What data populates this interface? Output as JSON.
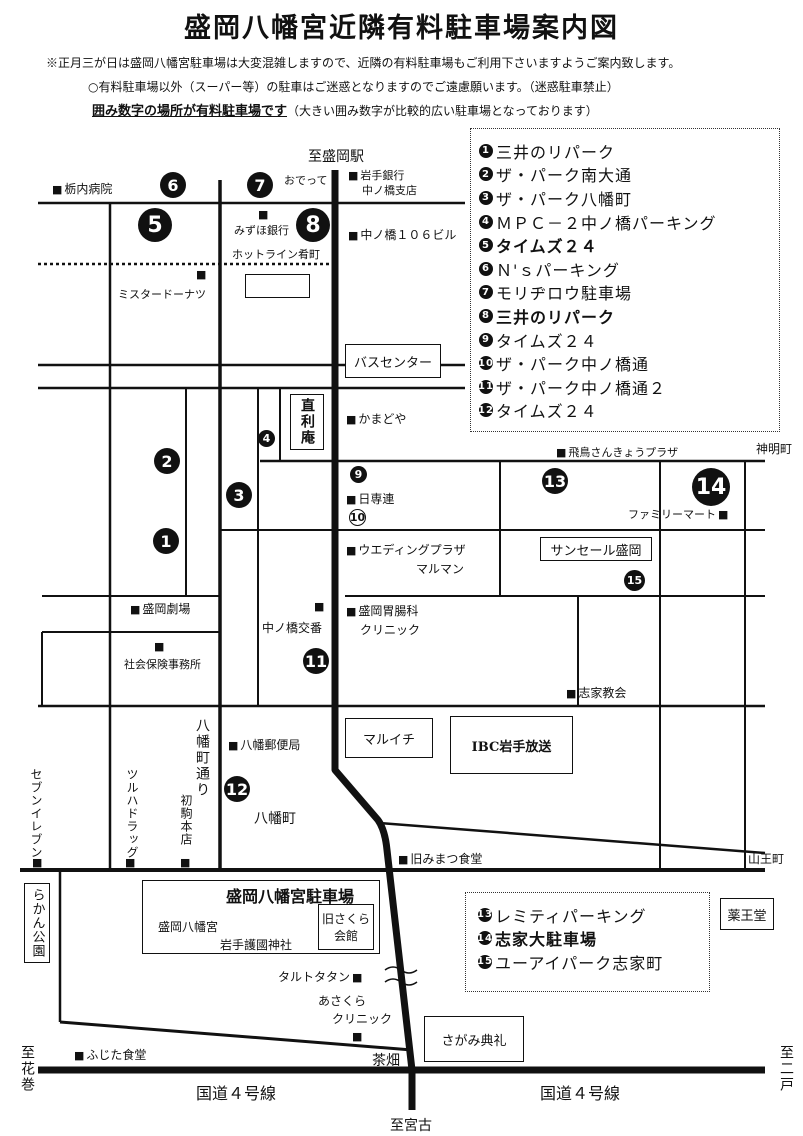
{
  "title": "盛岡八幡宮近隣有料駐車場案内図",
  "notes": {
    "line1": "※正月三が日は盛岡八幡宮駐車場は大変混雑しますので、近隣の有料駐車場もご利用下さいますようご案内致します。",
    "line2": "○有料駐車場以外（スーパー等）の駐車はご迷惑となりますのでご遠慮願います。（迷惑駐車禁止）",
    "line3_main": "囲み数字の場所が有料駐車場です",
    "line3_sub": "（大きい囲み数字が比較的広い駐車場となっております）"
  },
  "legend_main": [
    {
      "n": "1",
      "label": "三井のリパーク",
      "bold": false
    },
    {
      "n": "2",
      "label": "ザ・パーク南大通",
      "bold": false
    },
    {
      "n": "3",
      "label": "ザ・パーク八幡町",
      "bold": false
    },
    {
      "n": "4",
      "label": "ＭＰＣ－２中ノ橋パーキング",
      "bold": false
    },
    {
      "n": "5",
      "label": "タイムズ２４",
      "bold": true
    },
    {
      "n": "6",
      "label": "Ｎ'ｓパーキング",
      "bold": false
    },
    {
      "n": "7",
      "label": "モリヂロウ駐車場",
      "bold": false
    },
    {
      "n": "8",
      "label": "三井のリパーク",
      "bold": true
    },
    {
      "n": "9",
      "label": "タイムズ２４",
      "bold": false
    },
    {
      "n": "10",
      "label": "ザ・パーク中ノ橋通",
      "bold": false
    },
    {
      "n": "11",
      "label": "ザ・パーク中ノ橋通２",
      "bold": false
    },
    {
      "n": "12",
      "label": "タイムズ２４",
      "bold": false
    }
  ],
  "legend_sub": [
    {
      "n": "13",
      "label": "レミティパーキング",
      "bold": false
    },
    {
      "n": "14",
      "label": "志家大駐車場",
      "bold": true
    },
    {
      "n": "15",
      "label": "ユーアイパーク志家町",
      "bold": false
    }
  ],
  "directions": {
    "morioka_station": "至盛岡駅",
    "hanamaki": "至花巻",
    "ninohe": "至二戸",
    "miyako": "至宮古"
  },
  "roads": {
    "route4_left": "国道４号線",
    "route4_right": "国道４号線",
    "chabatake": "茶畑",
    "hachimancho_dori": "八幡町通り",
    "shinmeicho": "神明町",
    "sannocho": "山王町",
    "hachimancho": "八幡町",
    "hotline": "ホットライン肴町"
  },
  "places": {
    "tochinai": "栃内病院",
    "odette": "おでって",
    "iwate_bank": "岩手銀行",
    "iwate_bank2": "中ノ橋支店",
    "mizuho": "みずほ銀行",
    "nakanohashi106": "中ノ橋１０６ビル",
    "misdo": "ミスタードーナツ",
    "bus_center": "バスセンター",
    "naorian": "直利庵",
    "kamadoya": "かまどや",
    "asuka": "飛鳥さんきょうプラザ",
    "nissenren": "日専連",
    "familymart": "ファミリーマート",
    "wedding": "ウエディングプラザ",
    "wedding2": "マルマン",
    "sunsele": "サンセール盛岡",
    "gekijo": "盛岡劇場",
    "ichoka": "盛岡胃腸科",
    "ichoka2": "クリニック",
    "koban": "中ノ橋交番",
    "shakaihoken": "社会保険事務所",
    "shike_church": "志家教会",
    "maruichi": "マルイチ",
    "ibc": "IBC岩手放送",
    "yubinkyoku": "八幡郵便局",
    "seven": "セブンイレブン",
    "tsuruha": "ツルハドラッグ",
    "hatsukoma": "初駒本店",
    "mimatsu": "旧みまつ食堂",
    "rakan": "らかん公園",
    "hachimangu_parking": "盛岡八幡宮駐車場",
    "hachimangu": "盛岡八幡宮",
    "gokoku": "岩手護國神社",
    "sakura": "旧さくら",
    "sakura2": "会館",
    "yakuodo": "薬王堂",
    "tarutotatan": "タルトタタン",
    "asakura": "あさくら",
    "asakura2": "クリニック",
    "sagami": "さがみ典礼",
    "fujita": "ふじた食堂"
  },
  "colors": {
    "ink": "#111111",
    "background": "#ffffff"
  }
}
